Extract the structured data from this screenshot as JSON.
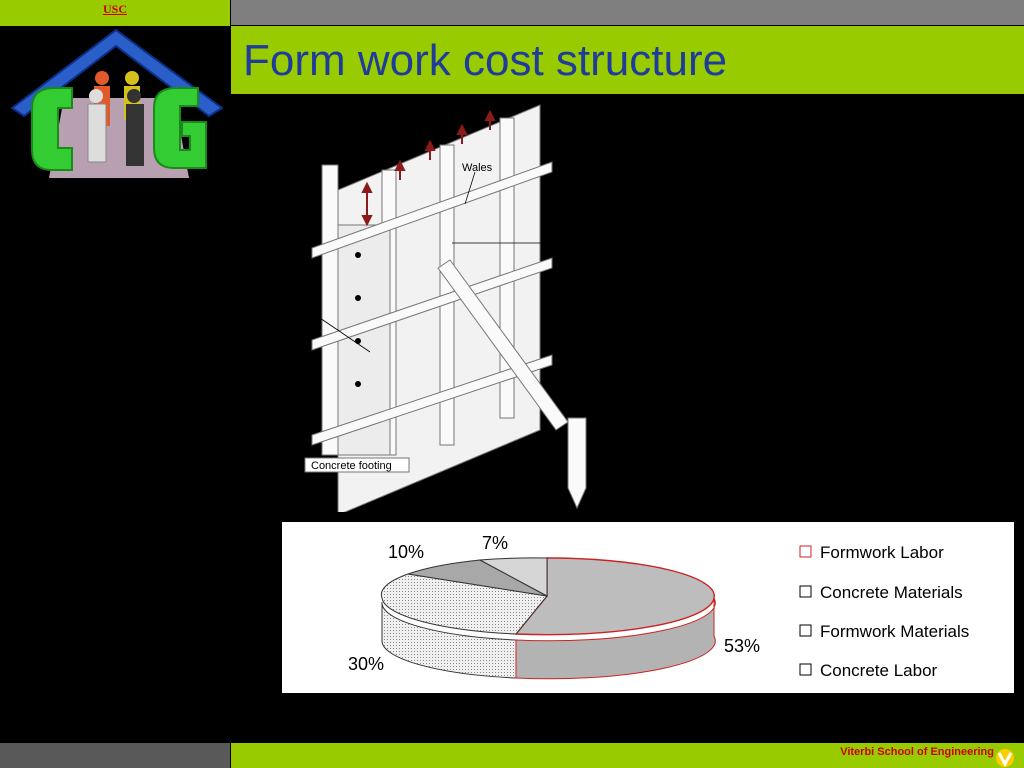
{
  "header": {
    "usc_label": "USC"
  },
  "title": "Form work cost structure",
  "figure": {
    "wales_label": "Wales",
    "footing_label": "Concrete footing"
  },
  "pie": {
    "labels": {
      "formwork_labor_pct": "53%",
      "concrete_materials_pct": "30%",
      "formwork_materials_pct": "10%",
      "concrete_labor_pct": "7%"
    },
    "legend": [
      "Formwork Labor",
      "Concrete Materials",
      "Formwork Materials",
      "Concrete Labor"
    ]
  },
  "footer": {
    "school": "Viterbi School of Engineering"
  },
  "colors": {
    "accent_green": "#99cc00",
    "title_blue": "#1f3c9a",
    "usc_red": "#cc0000"
  }
}
